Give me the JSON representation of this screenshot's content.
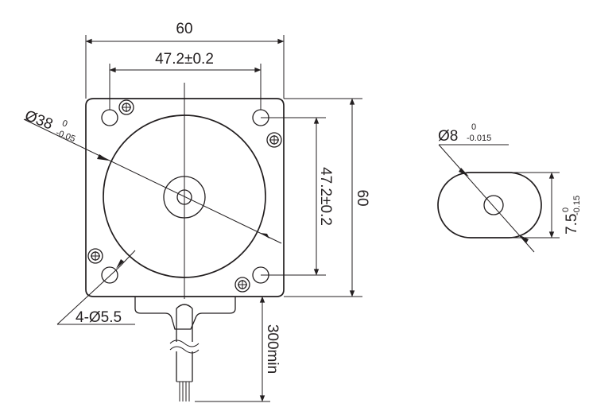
{
  "dimensions": {
    "top_width": "60",
    "hole_spacing_horizontal": "47.2±0.2",
    "hole_spacing_vertical": "47.2±0.2",
    "right_height": "60",
    "cable_length": "300min",
    "pilot_diameter_main": "Ø38",
    "pilot_tol_upper": "0",
    "pilot_tol_lower": "-0.05",
    "mount_holes": "4-Ø5.5",
    "shaft_diameter_main": "Ø8",
    "shaft_tol_upper": "0",
    "shaft_tol_lower": "-0.015",
    "shaft_flat_main": "7.5",
    "shaft_flat_tol_upper": "0",
    "shaft_flat_tol_lower": "-0.15"
  }
}
